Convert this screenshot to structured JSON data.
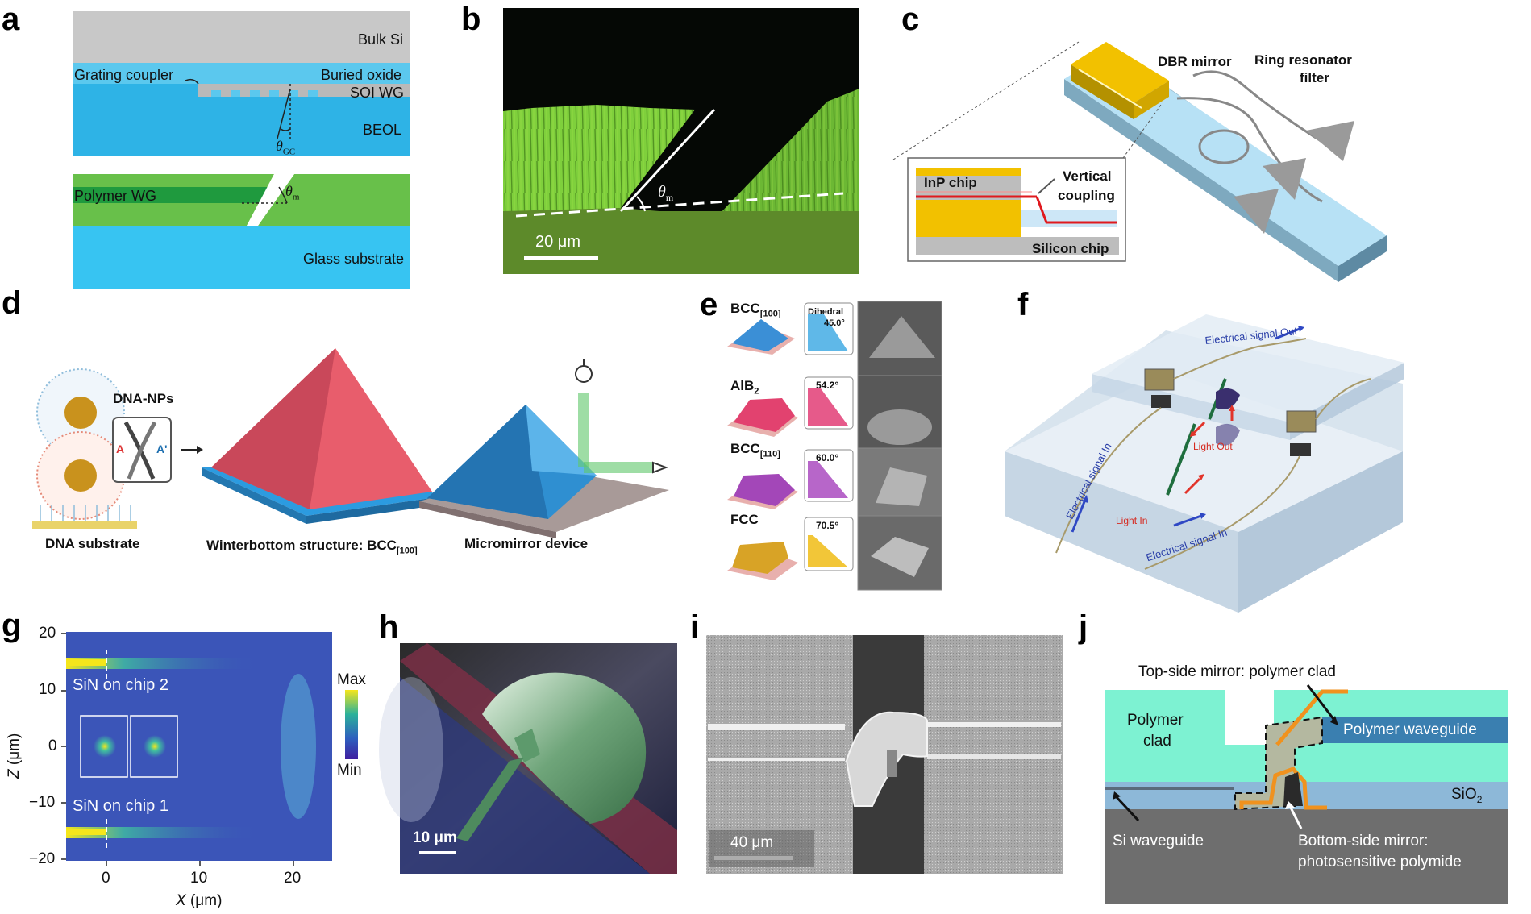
{
  "figure": {
    "panels": {
      "a": {
        "label": "a",
        "layers_top": [
          "Bulk Si",
          "Grating coupler",
          "Buried oxide",
          "SOI WG",
          "BEOL"
        ],
        "angle_gc": "θ",
        "angle_gc_sub": "GC",
        "polymer_wg": "Polymer WG",
        "angle_m": "θ",
        "angle_m_sub": "m",
        "glass": "Glass substrate"
      },
      "b": {
        "label": "b",
        "angle": "θ",
        "angle_sub": "m",
        "scalebar": "20 μm"
      },
      "c": {
        "label": "c",
        "dbr": "DBR mirror",
        "ring_l1": "Ring resonator",
        "ring_l2": "filter",
        "inp": "InP chip",
        "vc_l1": "Vertical",
        "vc_l2": "coupling",
        "si_chip": "Silicon chip"
      },
      "d": {
        "label": "d",
        "dna_nps": "DNA-NPs",
        "link_a": "A",
        "link_a2": "A'",
        "dna_sub": "DNA substrate",
        "winter": "Winterbottom structure: BCC",
        "winter_sub": "[100]",
        "micro": "Micromirror device"
      },
      "e": {
        "label": "e",
        "rows": [
          {
            "name": "BCC",
            "sub": "[100]",
            "angle": "45.0°",
            "extra": "Dihedral",
            "color": "#3b8fd6"
          },
          {
            "name": "AlB",
            "sub": "2",
            "angle": "54.2°",
            "extra": "",
            "color": "#e2426f"
          },
          {
            "name": "BCC",
            "sub": "[110]",
            "angle": "60.0°",
            "extra": "",
            "color": "#a347b8"
          },
          {
            "name": "FCC",
            "sub": "",
            "angle": "70.5°",
            "extra": "",
            "color": "#e8b92c"
          }
        ]
      },
      "f": {
        "label": "f",
        "elec_out": "Electrical signal Out",
        "elec_in_left": "Electrical signal In",
        "elec_in_bottom": "Electrical signal In",
        "light_out": "Light Out",
        "light_in": "Light In"
      },
      "g": {
        "label": "g",
        "chip2": "SiN on chip 2",
        "chip1": "SiN on chip 1",
        "cbar_max": "Max",
        "cbar_min": "Min",
        "ylabel": "Z",
        "ylabel_unit": "(μm)",
        "xlabel": "X",
        "xlabel_unit": "(μm)",
        "yticks": [
          "20",
          "10",
          "0",
          "−10",
          "−20"
        ],
        "xticks": [
          "0",
          "10",
          "20"
        ]
      },
      "h": {
        "label": "h",
        "scalebar": "10 μm"
      },
      "i": {
        "label": "i",
        "scalebar": "40 μm"
      },
      "j": {
        "label": "j",
        "top_mirror": "Top-side mirror: polymer clad",
        "polymer_clad_l1": "Polymer",
        "polymer_clad_l2": "clad",
        "polymer_wg": "Polymer waveguide",
        "sio2": "SiO",
        "sio2_sub": "2",
        "si_wg": "Si waveguide",
        "bottom_l1": "Bottom-side mirror:",
        "bottom_l2": "photosensitive polymide"
      }
    },
    "colors": {
      "si_gray": "#c8c8c8",
      "oxide_blue": "#5bc8ee",
      "beol_blue": "#2eb3e6",
      "polymer_green": "#68c04a",
      "dark_green": "#1f9a3e",
      "glass_blue": "#37c4f2",
      "fluor_green": "#7fd03c",
      "clad_cyan": "#7df2d2",
      "wg_blue": "#3a7fb0",
      "mirror_orange": "#f0921e"
    }
  }
}
